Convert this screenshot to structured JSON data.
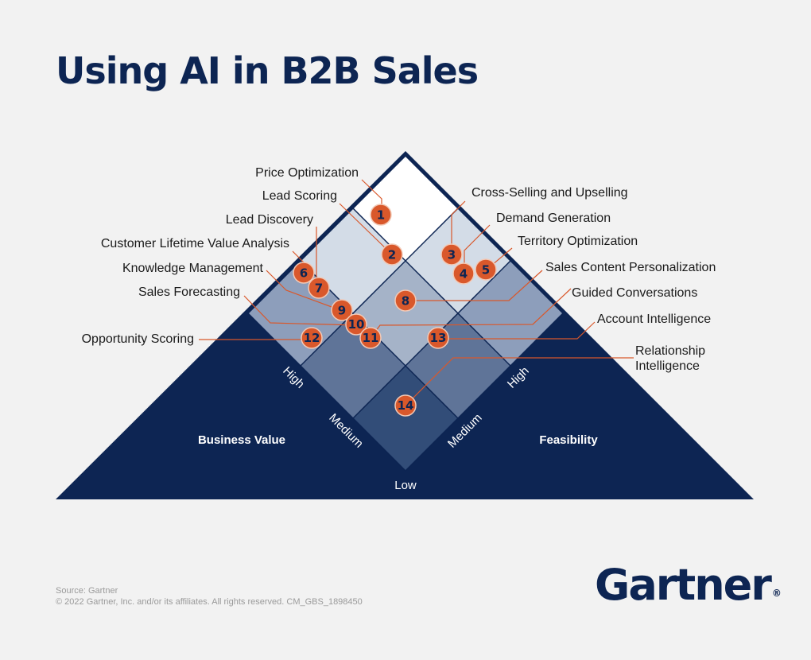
{
  "title": "Using AI in B2B Sales",
  "axes": {
    "left_name": "Business Value",
    "right_name": "Feasibility",
    "high": "High",
    "medium": "Medium",
    "low": "Low"
  },
  "items": [
    {
      "num": "1",
      "label": "Price Optimization"
    },
    {
      "num": "2",
      "label": "Lead Scoring"
    },
    {
      "num": "3",
      "label": "Cross-Selling and Upselling"
    },
    {
      "num": "4",
      "label": "Demand Generation"
    },
    {
      "num": "5",
      "label": "Territory Optimization"
    },
    {
      "num": "6",
      "label": "Customer Lifetime Value Analysis"
    },
    {
      "num": "7",
      "label": "Lead Discovery"
    },
    {
      "num": "8",
      "label": "Sales Content Personalization"
    },
    {
      "num": "9",
      "label": "Knowledge Management"
    },
    {
      "num": "10",
      "label": "Sales Forecasting"
    },
    {
      "num": "11",
      "label": "Opportunity Scoring"
    },
    {
      "num": "12",
      "label": "Guided Conversations"
    },
    {
      "num": "13",
      "label": "Account Intelligence"
    },
    {
      "num": "14",
      "label": "Relationship Intelligence"
    }
  ],
  "footer": {
    "source": "Source: Gartner",
    "copyright": "© 2022 Gartner, Inc. and/or its affiliates. All rights reserved. CM_GBS_1898450"
  },
  "logo": {
    "text": "Gartner",
    "mark": "®"
  },
  "colors": {
    "navy": "#0d2553",
    "accent": "#d9582b",
    "background": "#f2f2f2"
  }
}
